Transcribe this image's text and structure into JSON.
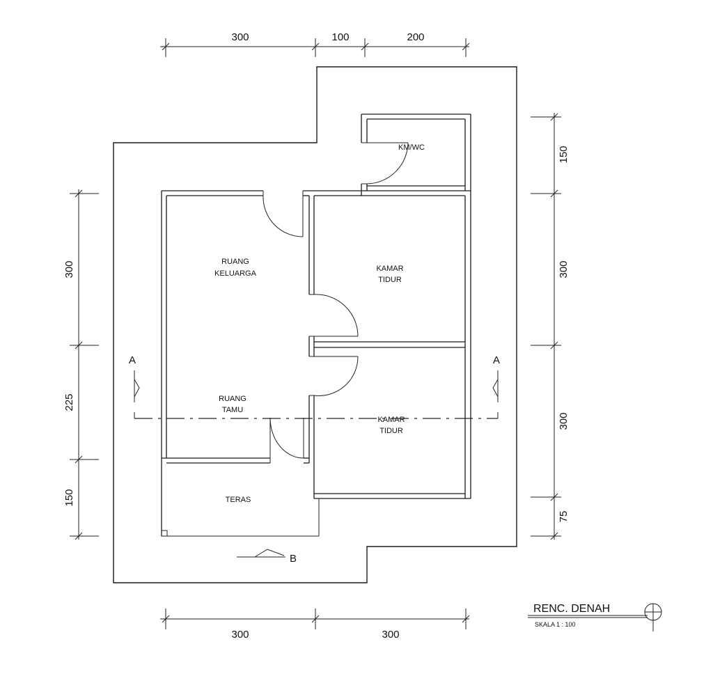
{
  "rooms": {
    "kmwc": "KM/WC",
    "kamar_tidur_1_line1": "KAMAR",
    "kamar_tidur_1_line2": "TIDUR",
    "kamar_tidur_2_line1": "KAMAR",
    "kamar_tidur_2_line2": "TIDUR",
    "ruang_keluarga_line1": "RUANG",
    "ruang_keluarga_line2": "KELUARGA",
    "ruang_tamu_line1": "RUANG",
    "ruang_tamu_line2": "TAMU",
    "teras": "TERAS"
  },
  "dimensions": {
    "top": [
      "300",
      "100",
      "200"
    ],
    "bottom": [
      "300",
      "300"
    ],
    "left": [
      "300",
      "225",
      "150"
    ],
    "right": [
      "150",
      "300",
      "300",
      "75"
    ]
  },
  "section_marks": {
    "left": "A",
    "right": "A",
    "bottom": "B"
  },
  "title_block": {
    "title": "RENC. DENAH",
    "scale": "SKALA 1 : 100"
  }
}
